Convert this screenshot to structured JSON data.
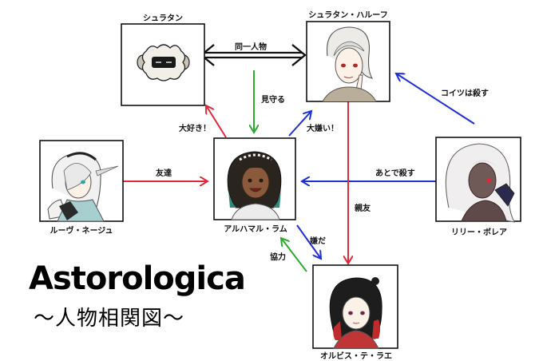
{
  "title": {
    "main": "Astorologica",
    "sub": "〜人物相関図〜"
  },
  "nodes": {
    "shuratan": "シュラタン",
    "shuratan_half": "シュラタン・ハルーフ",
    "ruvu": "ルーヴ・ネージュ",
    "aruhamaru": "アルハマル・ラム",
    "riri": "リリー・ボレア",
    "orubisu": "オルビス・テ・ラエ"
  },
  "edges": {
    "doitsu": "同一人物",
    "mimamoru": "見守る",
    "daisuki": "大好き！",
    "daikirai": "大嫌い！",
    "koitsu": "コイツは殺す",
    "tomodachi": "友達",
    "atode": "あとで殺す",
    "shinyu": "親友",
    "iyada": "嫌だ",
    "kyoryoku": "協力"
  },
  "colors": {
    "red": "#e0283a",
    "green": "#2ea82e",
    "blue": "#1f2fd6",
    "black": "#111111"
  }
}
